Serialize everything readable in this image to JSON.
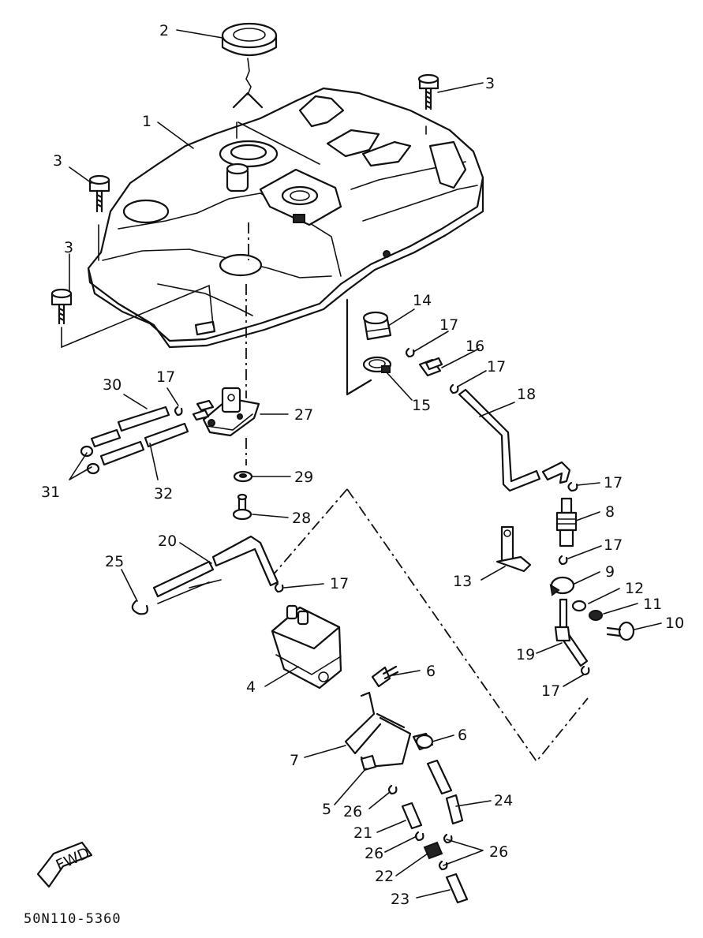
{
  "diagram": {
    "drawing_code": "50N110-5360",
    "fwd_label": "FWD",
    "labels": {
      "l1": "1",
      "l2": "2",
      "l3a": "3",
      "l3b": "3",
      "l3c": "3",
      "l4": "4",
      "l5": "5",
      "l6a": "6",
      "l6b": "6",
      "l7": "7",
      "l8": "8",
      "l9": "9",
      "l10": "10",
      "l11": "11",
      "l12": "12",
      "l13": "13",
      "l14": "14",
      "l15": "15",
      "l16": "16",
      "l17a": "17",
      "l17b": "17",
      "l17c": "17",
      "l17d": "17",
      "l17e": "17",
      "l17f": "17",
      "l17g": "17",
      "l18": "18",
      "l19": "19",
      "l20": "20",
      "l21": "21",
      "l22": "22",
      "l23": "23",
      "l24": "24",
      "l25": "25",
      "l26a": "26",
      "l26b": "26",
      "l26c": "26",
      "l27": "27",
      "l28": "28",
      "l29": "29",
      "l30": "30",
      "l31": "31",
      "l32": "32"
    }
  }
}
